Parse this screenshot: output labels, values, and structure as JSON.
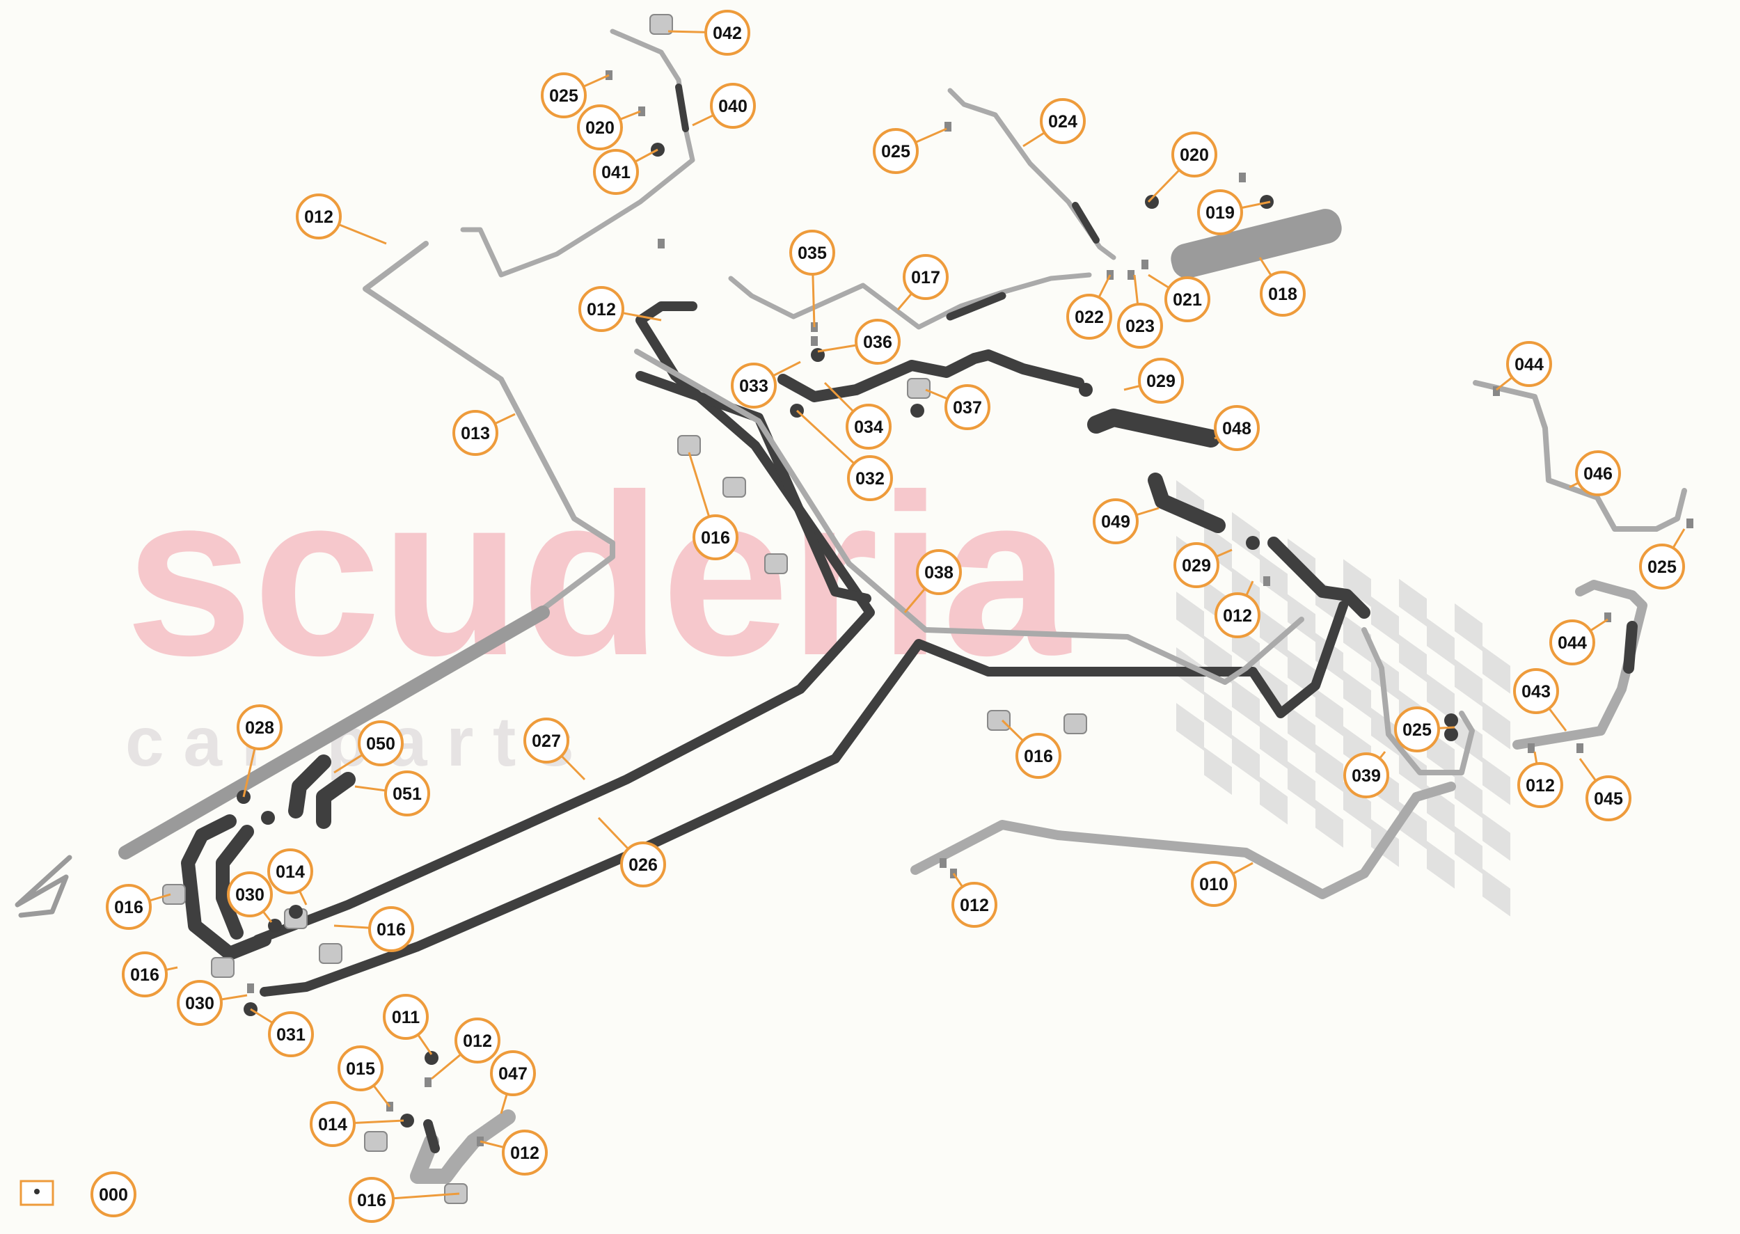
{
  "watermark": {
    "brand": "scuderia",
    "subtitle": "c a r   p a r t s",
    "brand_color": "#f6c8cc",
    "subtitle_color": "#e6e3e3"
  },
  "colors": {
    "callout_ring": "#ee9b3b",
    "pipe_dark": "#3f3f3f",
    "pipe_light": "#aaaaaa",
    "part_grey": "#c8c8c8"
  },
  "callouts": [
    {
      "label": "042"
    },
    {
      "label": "025"
    },
    {
      "label": "040"
    },
    {
      "label": "020"
    },
    {
      "label": "041"
    },
    {
      "label": "024"
    },
    {
      "label": "025"
    },
    {
      "label": "020"
    },
    {
      "label": "019"
    },
    {
      "label": "012"
    },
    {
      "label": "035"
    },
    {
      "label": "017"
    },
    {
      "label": "018"
    },
    {
      "label": "021"
    },
    {
      "label": "022"
    },
    {
      "label": "023"
    },
    {
      "label": "012"
    },
    {
      "label": "036"
    },
    {
      "label": "033"
    },
    {
      "label": "029"
    },
    {
      "label": "034"
    },
    {
      "label": "037"
    },
    {
      "label": "013"
    },
    {
      "label": "032"
    },
    {
      "label": "048"
    },
    {
      "label": "044"
    },
    {
      "label": "046"
    },
    {
      "label": "016"
    },
    {
      "label": "049"
    },
    {
      "label": "029"
    },
    {
      "label": "038"
    },
    {
      "label": "012"
    },
    {
      "label": "025"
    },
    {
      "label": "044"
    },
    {
      "label": "043"
    },
    {
      "label": "028"
    },
    {
      "label": "050"
    },
    {
      "label": "027"
    },
    {
      "label": "051"
    },
    {
      "label": "025"
    },
    {
      "label": "016"
    },
    {
      "label": "039"
    },
    {
      "label": "012"
    },
    {
      "label": "045"
    },
    {
      "label": "014"
    },
    {
      "label": "026"
    },
    {
      "label": "010"
    },
    {
      "label": "030"
    },
    {
      "label": "016"
    },
    {
      "label": "016"
    },
    {
      "label": "012"
    },
    {
      "label": "016"
    },
    {
      "label": "030"
    },
    {
      "label": "031"
    },
    {
      "label": "011"
    },
    {
      "label": "012"
    },
    {
      "label": "015"
    },
    {
      "label": "047"
    },
    {
      "label": "014"
    },
    {
      "label": "012"
    },
    {
      "label": "016"
    },
    {
      "label": "000"
    }
  ]
}
